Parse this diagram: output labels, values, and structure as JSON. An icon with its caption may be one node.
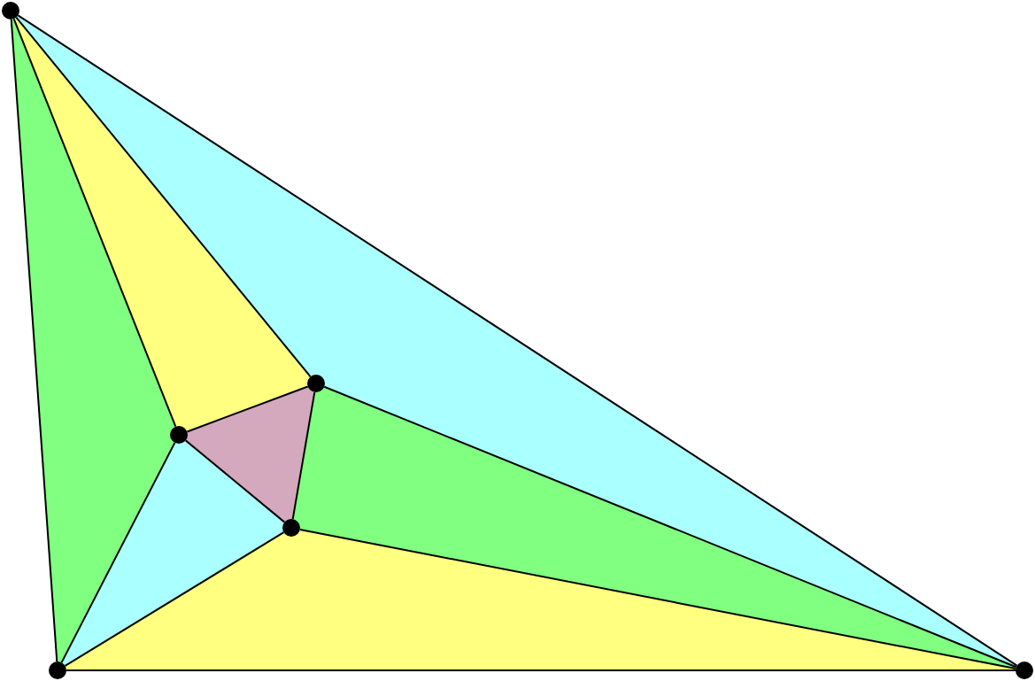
{
  "diagram": {
    "nodes": [
      {
        "text": [],
        "shape": "circle"
      },
      {
        "text": [],
        "shape": "circle"
      },
      {
        "text": [],
        "shape": "circle"
      },
      {
        "text": [],
        "shape": "circle"
      },
      {
        "text": [],
        "shape": "circle"
      },
      {
        "text": [],
        "shape": "circle"
      }
    ],
    "edges": [
      {
        "from": 0,
        "to": 5,
        "arrow": "none"
      },
      {
        "from": 0,
        "to": 1,
        "arrow": "none"
      },
      {
        "from": 0,
        "to": 2,
        "arrow": "none"
      },
      {
        "from": 0,
        "to": 4,
        "arrow": "none"
      },
      {
        "from": 1,
        "to": 2,
        "arrow": "none"
      },
      {
        "from": 1,
        "to": 3,
        "arrow": "none"
      },
      {
        "from": 1,
        "to": 5,
        "arrow": "none"
      },
      {
        "from": 2,
        "to": 3,
        "arrow": "none"
      },
      {
        "from": 2,
        "to": 4,
        "arrow": "none"
      },
      {
        "from": 3,
        "to": 4,
        "arrow": "none"
      },
      {
        "from": 3,
        "to": 5,
        "arrow": "none"
      },
      {
        "from": 4,
        "to": 5,
        "arrow": "none"
      }
    ]
  }
}
